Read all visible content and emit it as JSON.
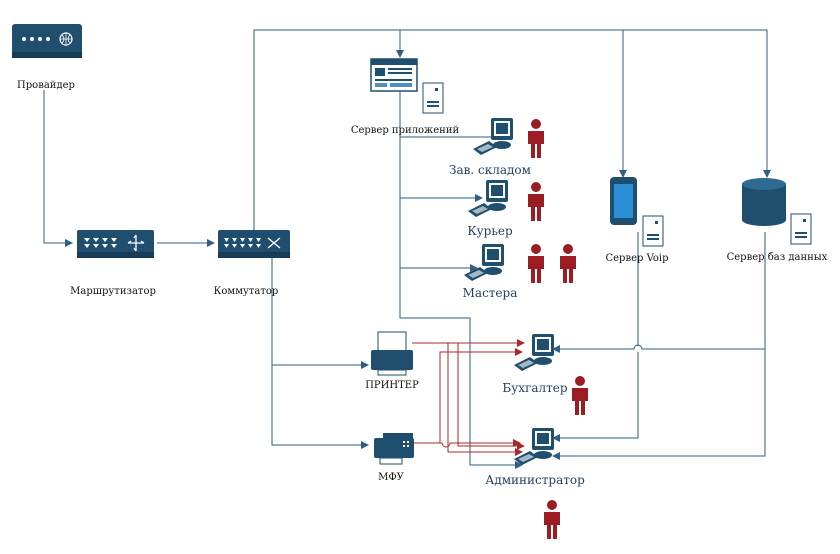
{
  "labels": {
    "provider": "Провайдер",
    "router": "Маршрутизатор",
    "switch": "Коммутатор",
    "app_server": "Сервер приложений",
    "warehouse": "Зав. складом",
    "courier": "Курьер",
    "masters": "Мастера",
    "voip_server": "Сервер Voip",
    "db_server": "Сервер баз данных",
    "printer": "ПРИНТЕР",
    "mfu": "МФУ",
    "accountant": "Бухгалтер",
    "admin": "Администратор"
  },
  "colors": {
    "device": "#1f4e6e",
    "line_blue": "#2e5f80",
    "line_red": "#a52a2a",
    "person": "#9b1c23"
  }
}
